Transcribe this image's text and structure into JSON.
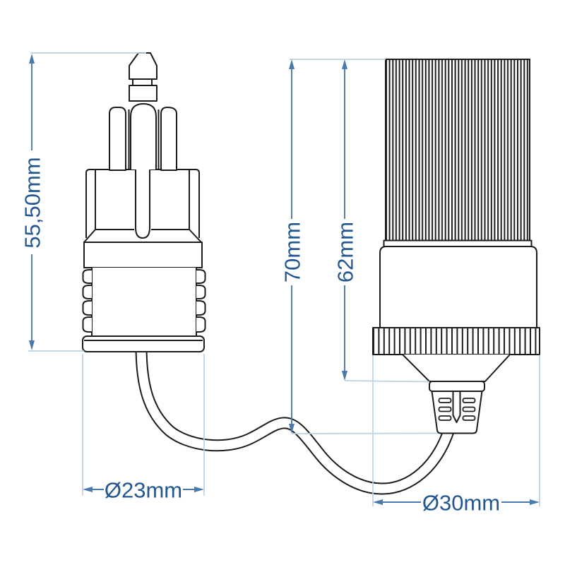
{
  "colors": {
    "outline": "#1c1c1c",
    "dimension_line": "#4a7aad",
    "dimension_text": "#24568f",
    "extension_line": "#bdd2e2",
    "background": "#ffffff"
  },
  "dimensions": {
    "plug_length": "55,50mm",
    "socket_total_length": "70mm",
    "socket_body_length": "62mm",
    "plug_diameter": "Ø23mm",
    "socket_diameter": "Ø30mm"
  },
  "parts": {
    "plug": "din-plug",
    "socket": "cigarette-lighter-socket",
    "cable": "connecting-cable"
  }
}
